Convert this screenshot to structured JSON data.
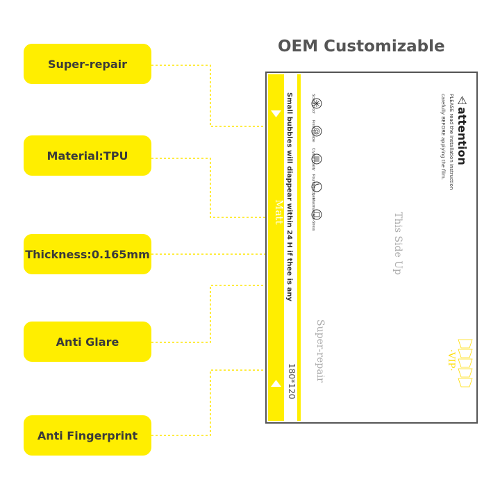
{
  "title": "OEM Customizable",
  "features": [
    {
      "label": "Super-repair"
    },
    {
      "label": "Material:TPU"
    },
    {
      "label": "Thickness:0.165mm"
    },
    {
      "label": "Anti Glare"
    },
    {
      "label": "Anti Fingerprint"
    }
  ],
  "card": {
    "matt_label": "Matt",
    "bubble_note": "Small bubbles will diappear within 24 H if thee is any",
    "size_label": "180*120",
    "attention_title": "attention",
    "instruction_text": "PLEASE read the installation instruction carefully BEFORE applying the film.",
    "this_side_up": "This Side Up",
    "super_repair": "Super-repair",
    "vip_label": "·VIP·",
    "icon_labels": [
      "Scratchproof",
      "Fresh Lovable",
      "Crystal Quality",
      "Rounded Edges",
      "Maximum Anti-Stress"
    ]
  },
  "colors": {
    "accent": "#ffee00",
    "text": "#3a3a3a"
  }
}
